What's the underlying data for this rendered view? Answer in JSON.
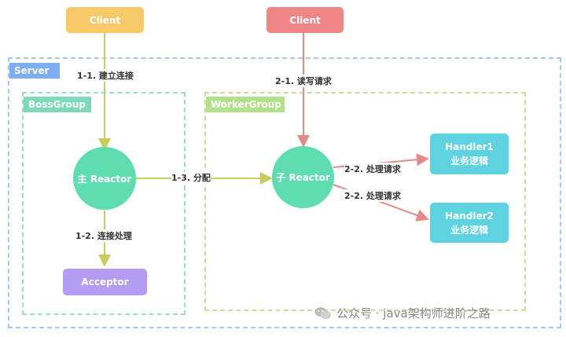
{
  "nodes": {
    "client_left": "Client",
    "client_right": "Client",
    "main_reactor": "主 Reactor",
    "sub_reactor": "子 Reactor",
    "acceptor": "Acceptor",
    "handler1_line1": "Handler1",
    "handler1_line2": "业务逻辑",
    "handler2_line1": "Handler2",
    "handler2_line2": "业务逻辑"
  },
  "groups": {
    "server": "Server",
    "boss": "BossGroup",
    "worker": "WorkerGroup"
  },
  "edges": {
    "connect": "1-1. 建立连接",
    "accept_handle": "1-2. 连接处理",
    "dispatch": "1-3. 分配",
    "read_write": "2-1. 读写请求",
    "process_1": "2-2. 处理请求",
    "process_2": "2-2. 处理请求"
  },
  "watermark": "公众号 · java架构师进阶之路",
  "colors": {
    "client_left": "#f7c96a",
    "client_right": "#ee8686",
    "reactor": "#5fdcb0",
    "acceptor": "#b49cf2",
    "handler": "#5ed3df",
    "server_tag": "#7eaef0",
    "boss_tag": "#7ed9b8",
    "worker_tag": "#b4e08c",
    "edge_left": "#c9cd5e",
    "edge_right": "#e38b8b"
  }
}
